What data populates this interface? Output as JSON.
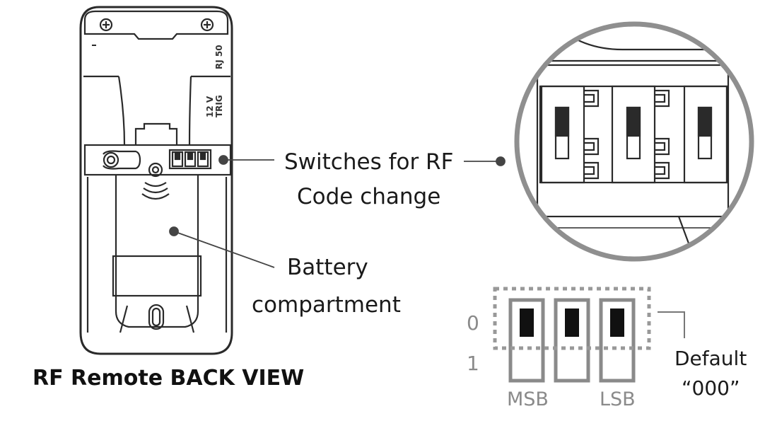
{
  "title": "RF Remote BACK VIEW",
  "device": {
    "rj50_label": "RJ 50",
    "trigger_label_line1": "12 V",
    "trigger_label_line2": "TRIG"
  },
  "callouts": {
    "switches_line1": "Switches for RF",
    "switches_line2": "Code change",
    "battery_line1": "Battery",
    "battery_line2": "compartment",
    "default_line1": "Default",
    "default_line2": "“000”"
  },
  "switch_diagram": {
    "row0_label": "0",
    "row1_label": "1",
    "msb_label": "MSB",
    "lsb_label": "LSB"
  },
  "colors": {
    "outline": "#2a2a2a",
    "switch_grey": "#8a8a8a",
    "magnifier_ring": "#8f8f8f"
  }
}
